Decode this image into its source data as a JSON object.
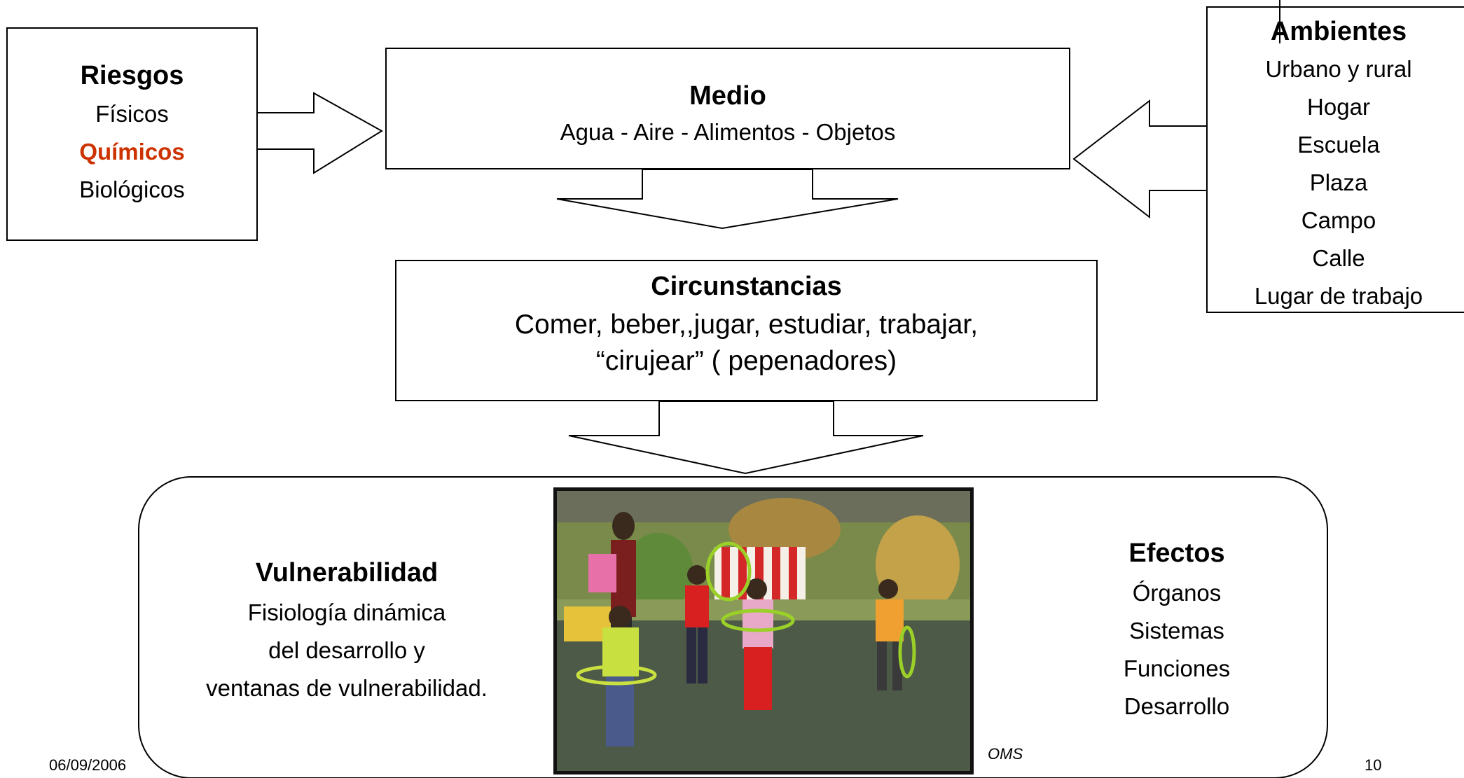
{
  "riesgos": {
    "title": "Riesgos",
    "items": [
      "Físicos",
      "Químicos",
      "Biológicos"
    ],
    "highlight_color": "#cc3300"
  },
  "medio": {
    "title": "Medio",
    "subtitle": "Agua - Aire - Alimentos - Objetos"
  },
  "ambientes": {
    "title": "Ambientes",
    "items": [
      "Urbano y rural",
      "Hogar",
      "Escuela",
      "Plaza",
      "Campo",
      "Calle",
      "Lugar de trabajo"
    ]
  },
  "circunstancias": {
    "title": "Circunstancias",
    "line1": "Comer, beber,,jugar, estudiar, trabajar,",
    "line2": "“cirujear” ( pepenadores)"
  },
  "vulnerabilidad": {
    "title": "Vulnerabilidad",
    "lines": [
      "Fisiología dinámica",
      "del desarrollo y",
      "ventanas de vulnerabilidad."
    ]
  },
  "efectos": {
    "title": "Efectos",
    "items": [
      "Órganos",
      "Sistemas",
      "Funciones",
      "Desarrollo"
    ]
  },
  "footer": {
    "date": "06/09/2006",
    "credit": "OMS",
    "page": "10"
  }
}
